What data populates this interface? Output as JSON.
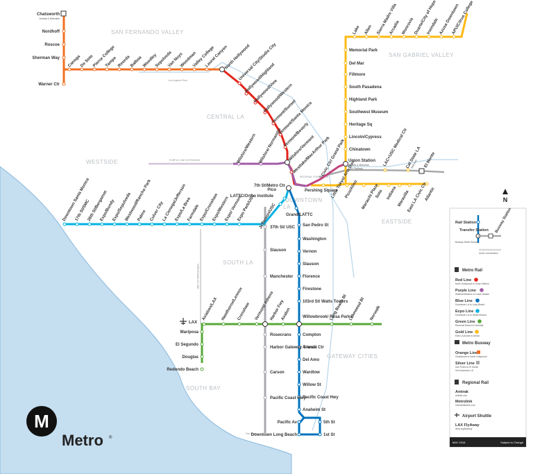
{
  "colors": {
    "red": "#e2231a",
    "purple": "#a05da5",
    "blue": "#0072bc",
    "expo": "#00b2e3",
    "green": "#58a738",
    "gold": "#fdb913",
    "orange": "#f26f21",
    "silver": "#a7a9ac",
    "ocean": "#c5def0",
    "lightline": "#b7d5ea"
  },
  "regions": [
    {
      "text": "SAN FERNANDO VALLEY"
    },
    {
      "text": "SAN GABRIEL VALLEY"
    },
    {
      "text": "CENTRAL LA"
    },
    {
      "text": "WESTSIDE"
    },
    {
      "text": "DOWNTOWN"
    },
    {
      "text": "LA"
    },
    {
      "text": "EASTSIDE"
    },
    {
      "text": "SOUTH LA"
    },
    {
      "text": "GATEWAY CITIES"
    },
    {
      "text": "SOUTH BAY"
    }
  ],
  "notes": {
    "la_river": "Los Angeles River",
    "purple_ext": "PURPLE LINE EXTENSION",
    "regional_connector": "REGIONAL CONNECTOR",
    "crenshaw_lax": "CRENSHAW/LAX LINE",
    "san_pedro": "San Pedro"
  },
  "stations": {
    "chatsworth": "Chatsworth",
    "chatsworth_sub": "Amtrak & Metrolink",
    "nordhoff": "Nordhoff",
    "roscoe": "Roscoe",
    "sherman_way": "Sherman Way",
    "warner_ctr": "Warner Ctr",
    "canoga": "Canoga",
    "de_soto": "De Soto",
    "pierce_college": "Pierce College",
    "tampa": "Tampa",
    "reseda": "Reseda",
    "balboa": "Balboa",
    "woodley": "Woodley",
    "sepulveda": "Sepulveda",
    "van_nuys": "Van Nuys",
    "woodman": "Woodman",
    "valley_college": "Valley College",
    "laurel_canyon": "Laurel Canyon",
    "north_hollywood": "North Hollywood",
    "universal_city": "Universal City/Studio City",
    "hollywood_highland": "Hollywood/Highland",
    "hollywood_vine": "Hollywood/Vine",
    "hollywood_western": "Hollywood/Western",
    "vermont_sunset": "Vermont/Sunset",
    "vermont_santa_monica": "Vermont/Santa Monica",
    "vermont_beverly": "Vermont/Beverly",
    "wilshire_vermont": "Wilshire/Vermont",
    "westlake": "Westlake/MacArthur Park",
    "wilshire_western": "Wilshire/Western",
    "wilshire_normandie": "Wilshire/ Normandie",
    "seventh_metro": "7th St/Metro Ctr",
    "pershing": "Pershing Square",
    "civic_ctr": "Civic Ctr/ Grand Park",
    "little_tokyo": "Little Tokyo/ Arts Dist",
    "union_station": "Union Station",
    "union_sub": "Amtrak & Metrolink",
    "union_sub2": "LAX FlyAway",
    "lake": "Lake",
    "allen": "Allen",
    "sierra_madre": "Sierra Madre Villa",
    "arcadia": "Arcadia",
    "monrovia": "Monrovia",
    "duarte": "Duarte/City of Hope",
    "irwindale": "Irwindale",
    "azusa": "Azusa Downtown",
    "apu": "APU/Citrus College",
    "memorial_park": "Memorial Park",
    "del_mar": "Del Mar",
    "fillmore": "Fillmore",
    "south_pasadena": "South Pasadena",
    "highland_park": "Highland Park",
    "southwest_museum": "Southwest Museum",
    "heritage_sq": "Heritage Sq",
    "lincoln_cypress": "Lincoln/Cypress",
    "chinatown": "Chinatown",
    "lac_usc": "LAC+USC Medical Ctr",
    "cal_state": "Cal State LA",
    "cal_state_sub": "Metrolink",
    "el_monte": "El Monte",
    "pico_aliso": "Pico/Aliso",
    "mariachi": "Mariachi Plaza",
    "soto": "Soto",
    "indiana": "Indiana",
    "maravilla": "Maravilla",
    "east_la": "East LA Civic Ctr",
    "atlantic": "Atlantic",
    "downtown_sm": "Downtown Santa Monica",
    "seventeenth": "17th St/SMC",
    "twentysixth": "26th St/Bergamot",
    "expo_bundy": "Expo/Bundy",
    "expo_sepulveda": "Expo/Sepulveda",
    "westwood": "Westwood/Rancho Park",
    "palms": "Palms",
    "culver": "Culver City",
    "la_cienega": "La Cienega/Jefferson",
    "expo_la_brea": "Expo/La Brea",
    "farmdale": "Farmdale",
    "expo_crenshaw": "Expo/Crenshaw",
    "expo_western": "Expo/Western",
    "expo_vermont": "Expo/ Vermont",
    "expo_park": "Expo Park/USC",
    "jefferson": "Jefferson/USC",
    "pico": "Pico",
    "lattc": "LATTC/Ortho Institute",
    "grand_lattc": "Grand/LATTC",
    "san_pedro_st": "San Pedro St",
    "washington": "Washington",
    "vernon": "Vernon",
    "slauson_b": "Slauson",
    "florence": "Florence",
    "firestone": "Firestone",
    "watts": "103rd St/ Watts Towers",
    "willowbrook": "Willowbrook/ Rosa Parks",
    "compton": "Compton",
    "artesia": "Artesia",
    "del_amo": "Del Amo",
    "wardlow": "Wardlow",
    "willow_st": "Willow St",
    "pch_b": "Pacific Coast Hwy",
    "anaheim": "Anaheim St",
    "pacific_av": "Pacific Av",
    "fifth_st": "5th St",
    "first_st": "1st St",
    "downtown_lb": "Downtown Long Beach",
    "thirtyseventh": "37th St/ USC",
    "slauson_s": "Slauson",
    "manchester": "Manchester",
    "harbor_fwy": "Harbor Fwy",
    "rosecrans": "Rosecrans",
    "harbor_gateway": "Harbor Gateway Transit Ctr",
    "carson": "Carson",
    "pch_s": "Pacific Coast Hwy",
    "mariposa": "Mariposa",
    "el_segundo": "El Segundo",
    "douglas": "Douglas",
    "redondo": "Redondo Beach",
    "aviation": "Aviation/LAX",
    "hawthorne": "Hawthorne/Lennox",
    "crenshaw": "Crenshaw",
    "vermont_athens": "Vermont/ Athens",
    "avalon": "Avalon",
    "long_beach_bl": "Long Beach Bl",
    "lakewood": "Lakewood Bl",
    "norwalk": "Norwalk",
    "lax": "LAX"
  },
  "legend": {
    "rail_station": "Rail Station",
    "transfer_station": "Transfer Station",
    "busway_station": "Busway Station",
    "busway_street": "Busway Street Service",
    "under_construction": "Under construction",
    "metro_rail": "Metro Rail",
    "red": "Red Line",
    "red_sub": "North Hollywood to Union Station",
    "purple": "Purple Line",
    "purple_sub": "Wilshire/Western to Union Station",
    "blue": "Blue Line",
    "blue_sub": "Downtown LA to Long Beach",
    "expo": "Expo Line",
    "expo_sub": "Downtown LA to Santa Monica",
    "green": "Green Line",
    "green_sub": "Redondo Beach to Norwalk",
    "gold": "Gold Line",
    "gold_sub": "East LA Azusa to Azusa",
    "metro_busway": "Metro Busway",
    "orange": "Orange Line",
    "orange_sub": "Chatsworth to North Hollywood",
    "silver": "Silver Line",
    "silver_sub": "San Pedro to El Monte",
    "silver_sub2": "Via Downtown LA",
    "regional_rail": "Regional Rail",
    "amtrak": "Amtrak",
    "amtrak_url": "amtrak.com",
    "metrolink": "Metrolink",
    "metrolink_url": "metrolinktrains.com",
    "airport_shuttle": "Airport Shuttle",
    "flyaway": "LAX FlyAway",
    "flyaway_url": "lawa.org/flyaway",
    "date": "MAY 2016",
    "subject": "Subject to Change"
  },
  "compass": "N",
  "brand": {
    "letter": "M",
    "name": "Metro",
    "mark": "®"
  }
}
